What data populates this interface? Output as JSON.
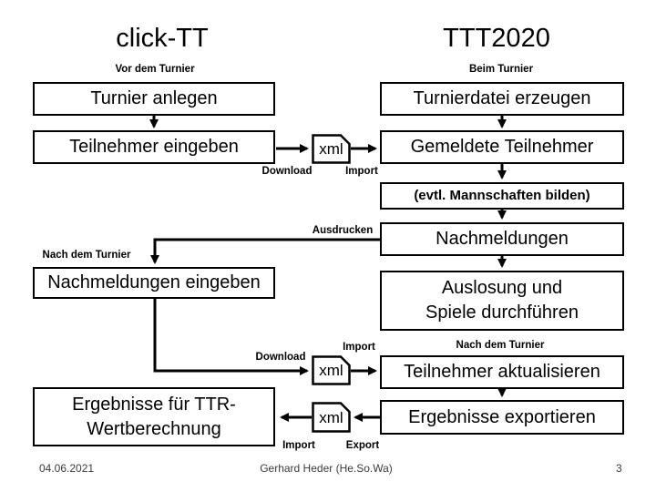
{
  "slide": {
    "title_left": "click-TT",
    "title_right": "TTT2020",
    "column_left_label": "Vor dem Turnier",
    "column_right_label": "Beim Turnier"
  },
  "boxes": {
    "turnier_anlegen": "Turnier anlegen",
    "teilnehmer_eingeben": "Teilnehmer eingeben",
    "turnierdatei_erzeugen": "Turnierdatei erzeugen",
    "gemeldete_teilnehmer": "Gemeldete Teilnehmer",
    "mannschaften_bilden": "(evtl. Mannschaften bilden)",
    "nachmeldungen": "Nachmeldungen",
    "auslosung_line1": "Auslosung und",
    "auslosung_line2": "Spiele durchführen",
    "nachmeldungen_eingeben": "Nachmeldungen eingeben",
    "ergebnisse_ttr_line1": "Ergebnisse für TTR-",
    "ergebnisse_ttr_line2": "Wertberechnung",
    "teilnehmer_aktualisieren": "Teilnehmer aktualisieren",
    "ergebnisse_exportieren": "Ergebnisse exportieren"
  },
  "xml_nodes": {
    "xml1": "xml",
    "xml2": "xml",
    "xml3": "xml"
  },
  "flow_labels": {
    "download_1": "Download",
    "import_1": "Import",
    "ausdrucken": "Ausdrucken",
    "nach_dem_turnier_left": "Nach dem Turnier",
    "download_2": "Download",
    "import_2": "Import",
    "nach_dem_turnier_right": "Nach dem Turnier",
    "import_3": "Import",
    "export_3": "Export"
  },
  "footer": {
    "date": "04.06.2021",
    "author": "Gerhard Heder (He.So.Wa)",
    "page_number": "3"
  },
  "colors": {
    "ink": "#000000",
    "background": "#ffffff"
  }
}
